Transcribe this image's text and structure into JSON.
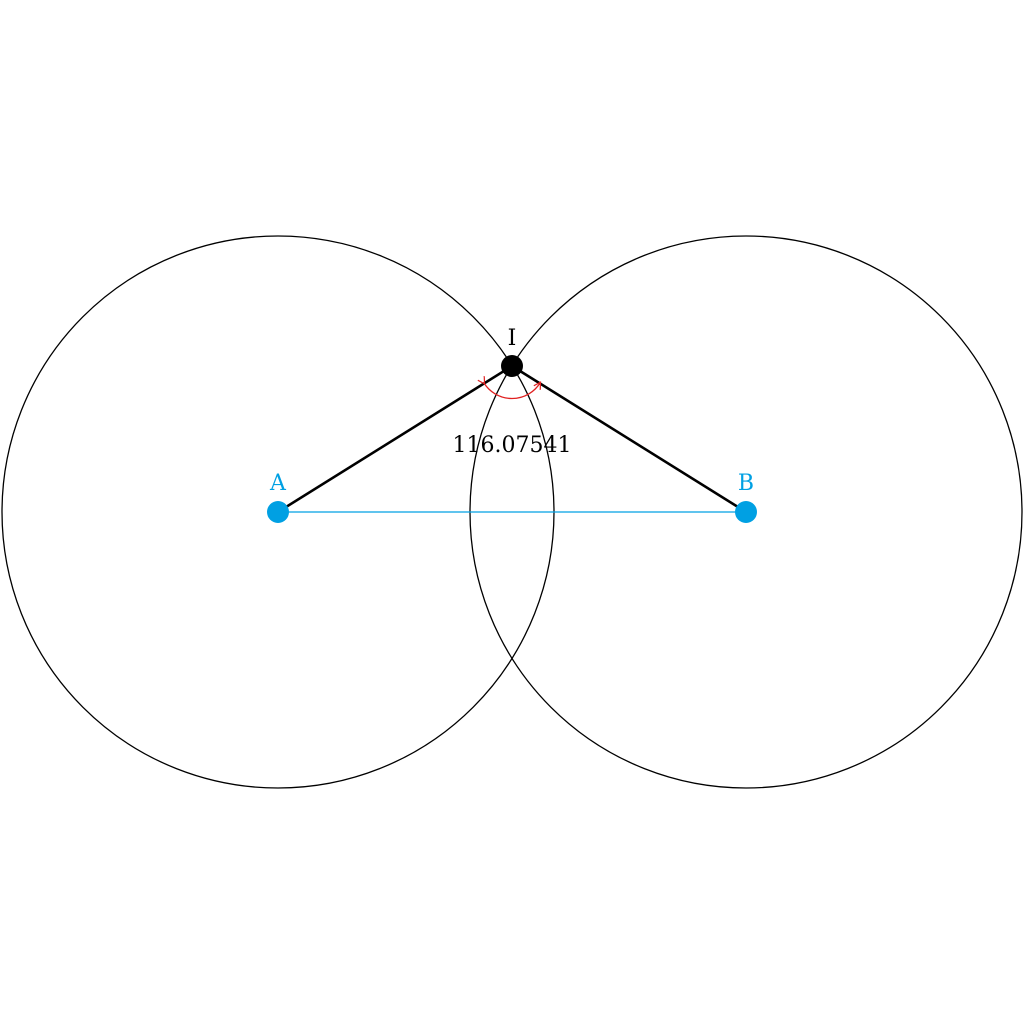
{
  "diagram": {
    "points": {
      "A": {
        "label": "A"
      },
      "B": {
        "label": "B"
      },
      "I": {
        "label": "I"
      }
    },
    "angle_label": "116.07541",
    "colors": {
      "point_ab": "#00a0e3",
      "segment_ab": "#00a0e3",
      "point_i": "#000000",
      "circles": "#000000",
      "segments_to_i": "#000000",
      "angle_arc": "#e02020",
      "text": "#000000"
    }
  }
}
